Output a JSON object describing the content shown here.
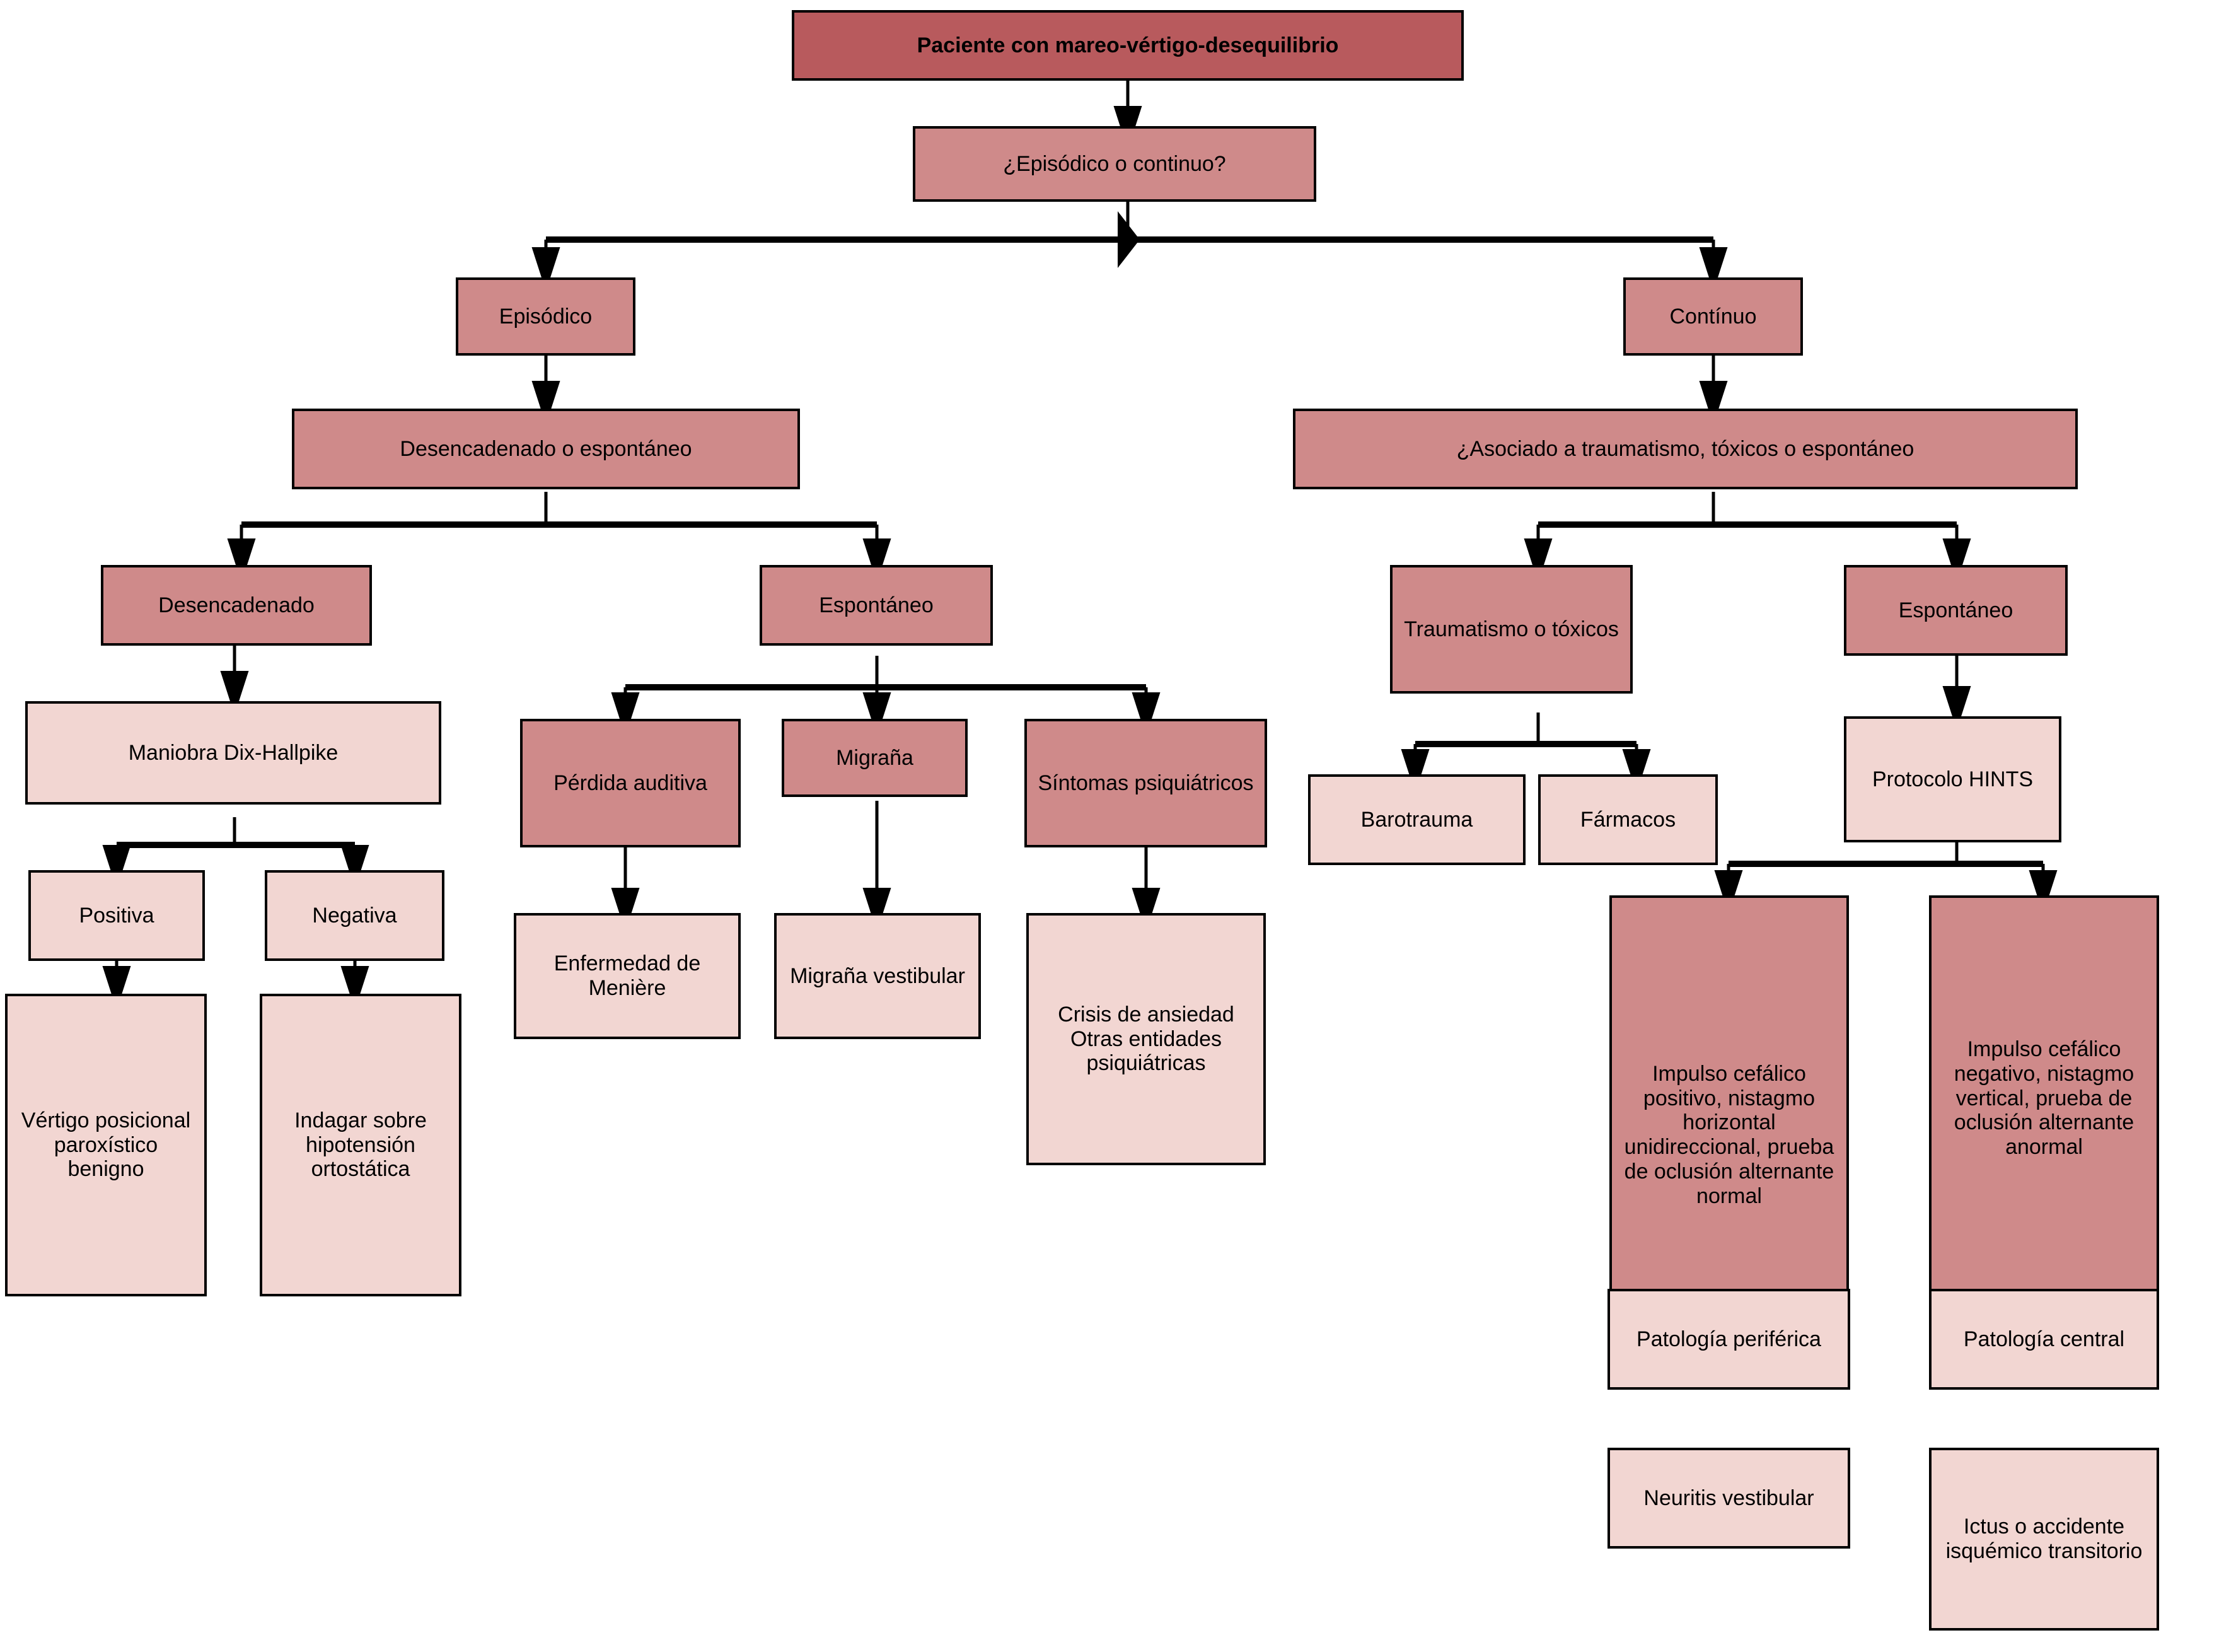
{
  "diagram": {
    "title": "Algoritmo diagnostico mareo-vertigo-desequilibrio",
    "colors": {
      "tier1": "#b85a5d",
      "tier2": "#cf8a8a",
      "tier3": "#f2d6d2",
      "border": "#000000",
      "background": "#ffffff"
    },
    "nodes": {
      "root": "Paciente con mareo-vértigo-desequilibrio",
      "q_episodico": "¿Episódico o continuo?",
      "episodico": "Episódico",
      "continuo": "Contínuo",
      "desenc_o_espon": "Desencadenado o espontáneo",
      "asociado": "¿Asociado a traumatismo, tóxicos o espontáneo",
      "desencadenado": "Desencadenado",
      "espontaneo_izq": "Espontáneo",
      "traumatismo": "Traumatismo o tóxicos",
      "espontaneo_der": "Espontáneo",
      "dix_hallpike": "Maniobra Dix-Hallpike",
      "perdida_auditiva": "Pérdida auditiva",
      "migrana": "Migraña",
      "sintomas_psiq": "Síntomas psiquiátricos",
      "barotrauma": "Barotrauma",
      "farmacos": "Fármacos",
      "protocolo_hints": "Protocolo HINTS",
      "positiva": "Positiva",
      "negativa": "Negativa",
      "vppb": "Vértigo posicional paroxístico benigno",
      "indagar": "Indagar sobre hipotensión ortostática",
      "meniere": "Enfermedad de Menière",
      "migrana_vest": "Migraña vestibular",
      "crisis_ansiedad": "Crisis de ansiedad Otras entidades psiquiátricas",
      "impulso_positivo": "Impulso cefálico positivo, nistagmo horizontal unidireccional, prueba de oclusión alternante normal",
      "impulso_negativo": "Impulso cefálico negativo, nistagmo vertical, prueba de oclusión alternante anormal",
      "patologia_periferica": "Patología periférica",
      "patologia_central": "Patología central",
      "neuritis": "Neuritis vestibular",
      "ictus": "Ictus o accidente isquémico transitorio"
    }
  }
}
